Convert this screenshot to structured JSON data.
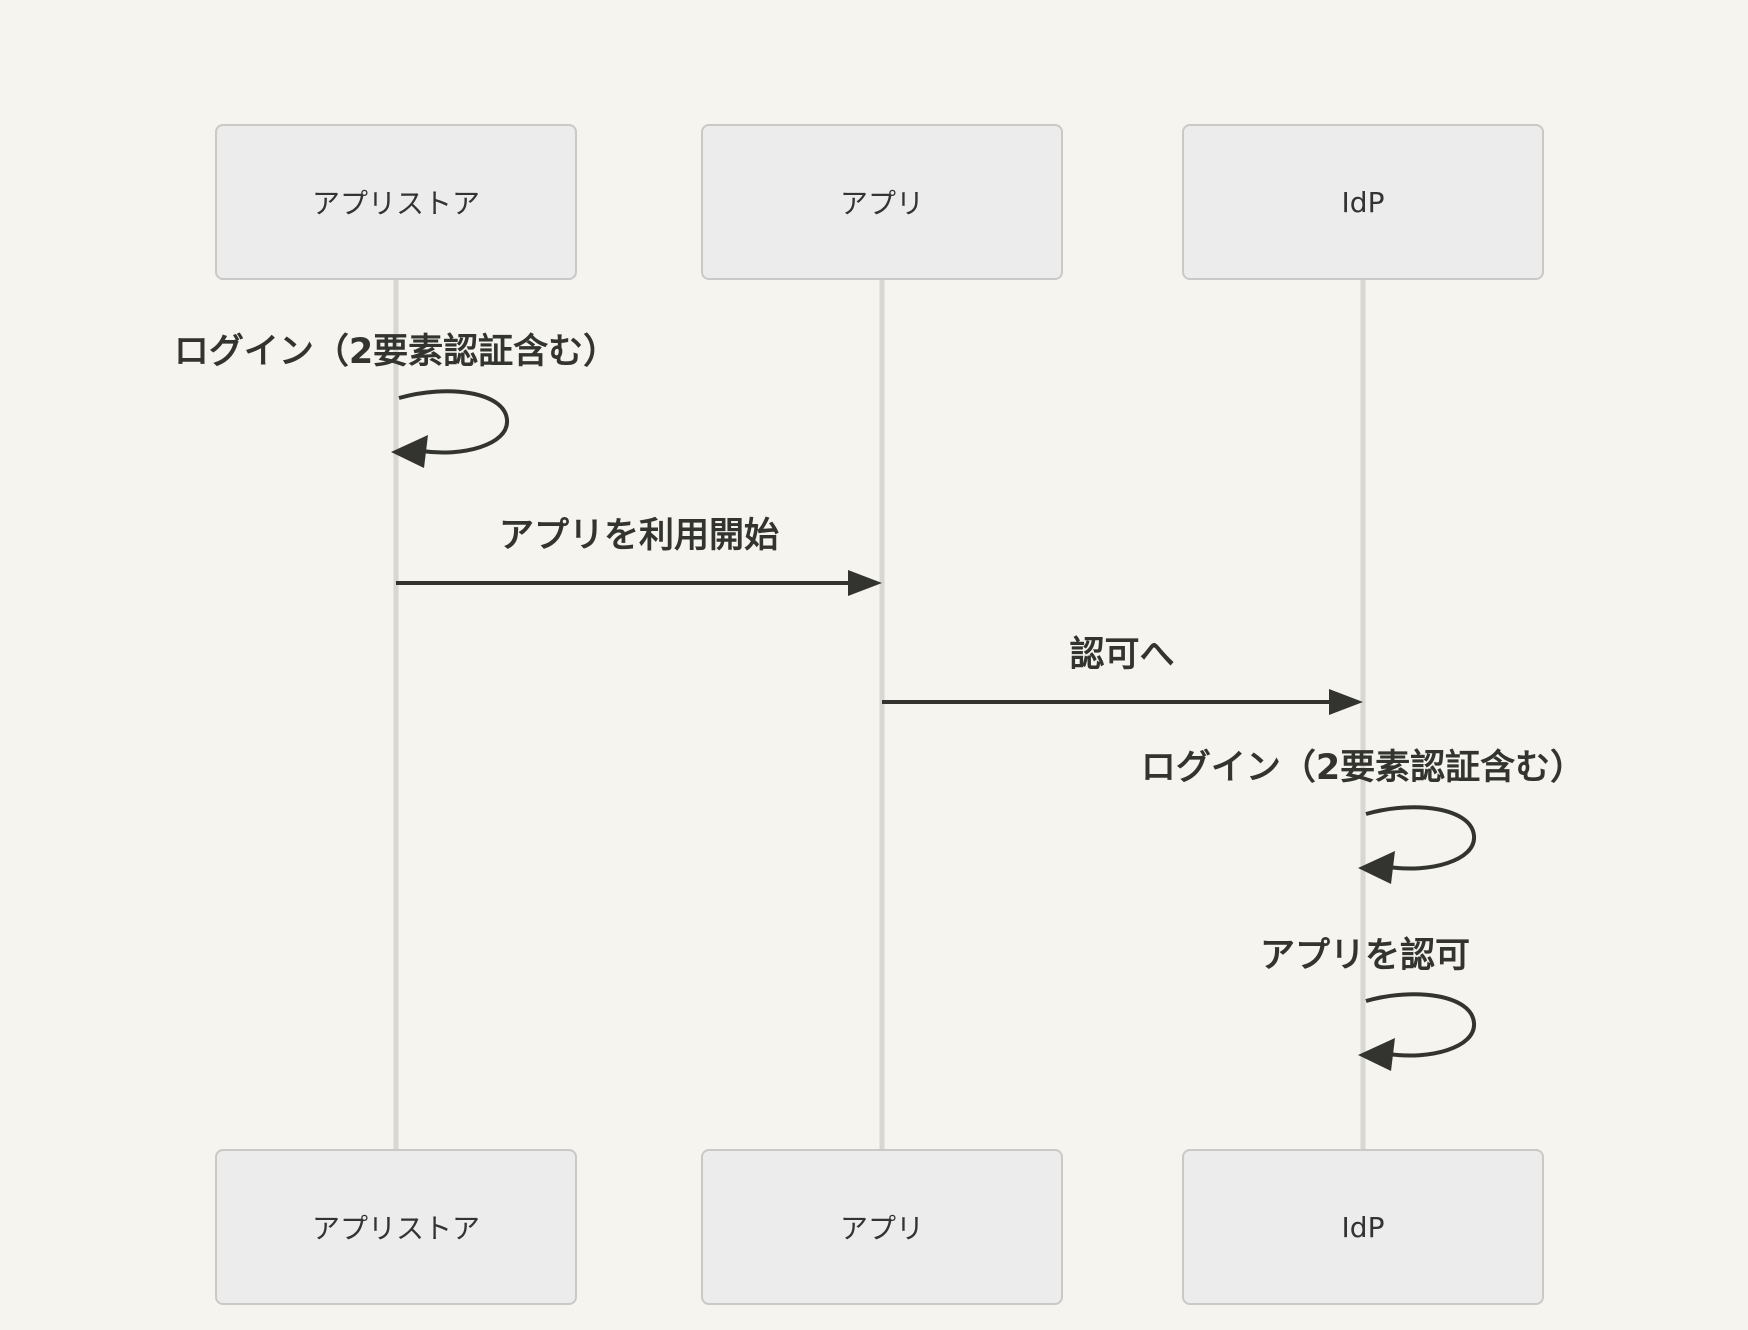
{
  "diagram": {
    "type": "sequence-diagram",
    "colors": {
      "background": "#f5f4ee",
      "actor_fill": "#ececec",
      "actor_border": "#c9c9c7",
      "lifeline": "#d8d7d3",
      "arrow": "#333330",
      "text": "#333333"
    },
    "actors": [
      {
        "id": "appstore",
        "label": "アプリストア"
      },
      {
        "id": "app",
        "label": "アプリ"
      },
      {
        "id": "idp",
        "label": "IdP"
      }
    ],
    "messages": [
      {
        "from": "appstore",
        "to": "appstore",
        "kind": "self-loop",
        "label": "ログイン（2要素認証含む）"
      },
      {
        "from": "appstore",
        "to": "app",
        "kind": "arrow",
        "label": "アプリを利用開始"
      },
      {
        "from": "app",
        "to": "idp",
        "kind": "arrow",
        "label": "認可へ"
      },
      {
        "from": "idp",
        "to": "idp",
        "kind": "self-loop",
        "label": "ログイン（2要素認証含む）"
      },
      {
        "from": "idp",
        "to": "idp",
        "kind": "self-loop",
        "label": "アプリを認可"
      }
    ]
  }
}
